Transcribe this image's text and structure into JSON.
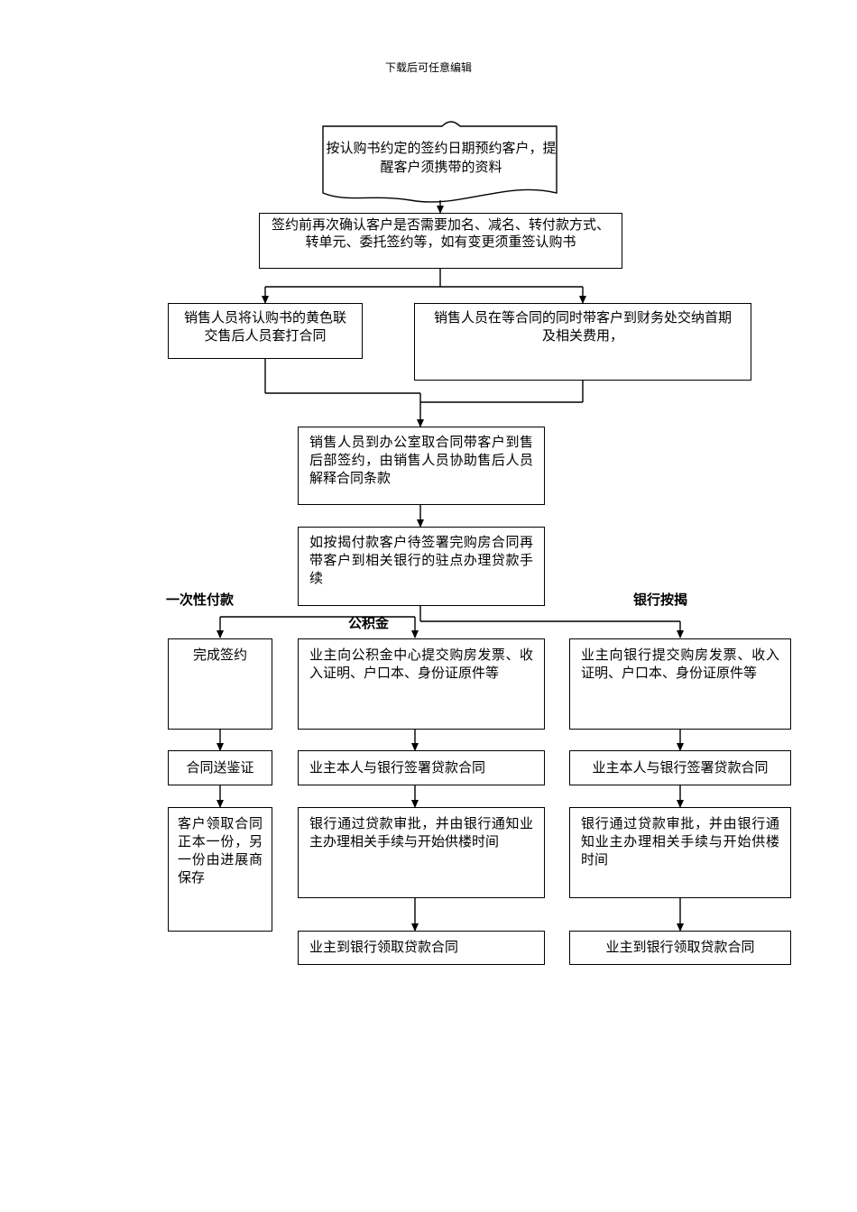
{
  "header": {
    "text": "下载后可任意编辑"
  },
  "flow": {
    "step1": "按认购书约定的签约日期预约客户，提醒客户须携带的资料",
    "step2": "签约前再次确认客户是否需要加名、减名、转付款方式、转单元、委托签约等，如有变更须重签认购书",
    "step3_left": "销售人员将认购书的黄色联交售后人员套打合同",
    "step3_right": "销售人员在等合同的同时带客户到财务处交纳首期及相关费用，",
    "step4": "销售人员到办公室取合同带客户到售后部签约，由销售人员协助售后人员解释合同条款",
    "step5": "如按揭付款客户待签署完购房合同再带客户到相关银行的驻点办理贷款手续"
  },
  "branches": {
    "lump_sum": {
      "label": "一次性付款",
      "steps": [
        "完成签约",
        "合同送鉴证",
        "客户领取合同正本一份，另一份由进展商保存"
      ]
    },
    "provident_fund": {
      "label": "公积金",
      "steps": [
        "业主向公积金中心提交购房发票、收入证明、户口本、身份证原件等",
        "业主本人与银行签署贷款合同",
        "银行通过贷款审批，并由银行通知业主办理相关手续与开始供楼时间",
        "业主到银行领取贷款合同"
      ]
    },
    "bank_mortgage": {
      "label": "银行按揭",
      "steps": [
        "业主向银行提交购房发票、收入证明、户口本、身份证原件等",
        "业主本人与银行签署贷款合同",
        "银行通过贷款审批，并由银行通知业主办理相关手续与开始供楼时间",
        "业主到银行领取贷款合同"
      ]
    }
  }
}
